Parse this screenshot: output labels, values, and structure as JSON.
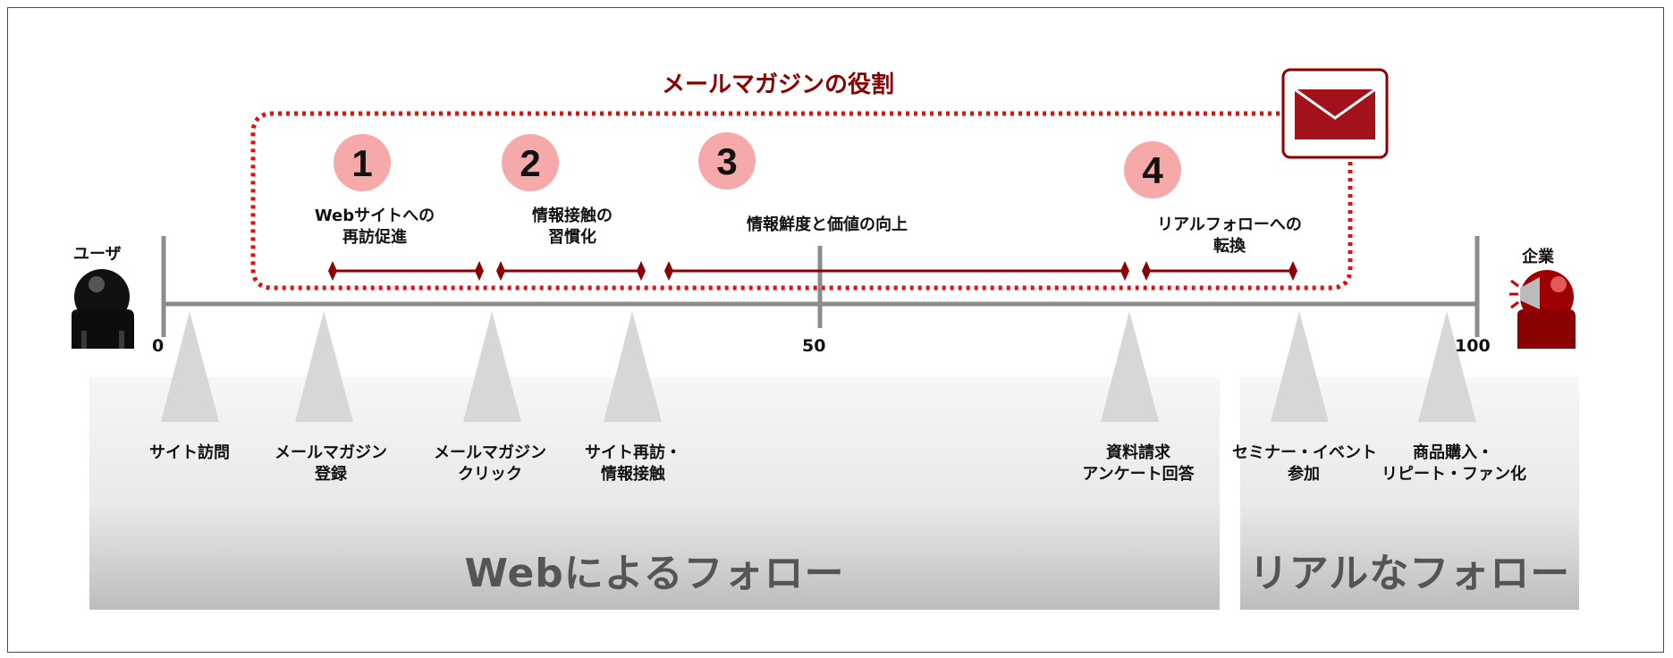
{
  "title": "メールマガジンの役割",
  "axis": {
    "ticks": [
      "0",
      "50",
      "100"
    ]
  },
  "user_label": "ユーザ",
  "company_label": "企業",
  "roles": [
    {
      "number": "1",
      "line1": "Webサイトへの",
      "line2": "再訪促進"
    },
    {
      "number": "2",
      "line1": "情報接触の",
      "line2": "習慣化"
    },
    {
      "number": "3",
      "line1": "情報鮮度と価値の向上",
      "line2": ""
    },
    {
      "number": "4",
      "line1": "リアルフォローへの",
      "line2": "転換"
    }
  ],
  "stages": [
    {
      "line1": "サイト訪問",
      "line2": ""
    },
    {
      "line1": "メールマガジン",
      "line2": "登録"
    },
    {
      "line1": "メールマガジン",
      "line2": "クリック"
    },
    {
      "line1": "サイト再訪・",
      "line2": "情報接触"
    },
    {
      "line1": "資料請求",
      "line2": "アンケート回答"
    },
    {
      "line1": "セミナー・イベント",
      "line2": "参加"
    },
    {
      "line1": "商品購入・",
      "line2": "リピート・ファン化"
    }
  ],
  "bands": {
    "web": "Webによるフォロー",
    "real": "リアルなフォロー"
  },
  "colors": {
    "accent": "#8b0000",
    "dotted": "#e01010",
    "circle": "#f6a9a9",
    "axis": "#8c8c8c"
  },
  "icons": {
    "user": "person-icon",
    "company": "megaphone-person-icon",
    "mail": "envelope-icon"
  }
}
